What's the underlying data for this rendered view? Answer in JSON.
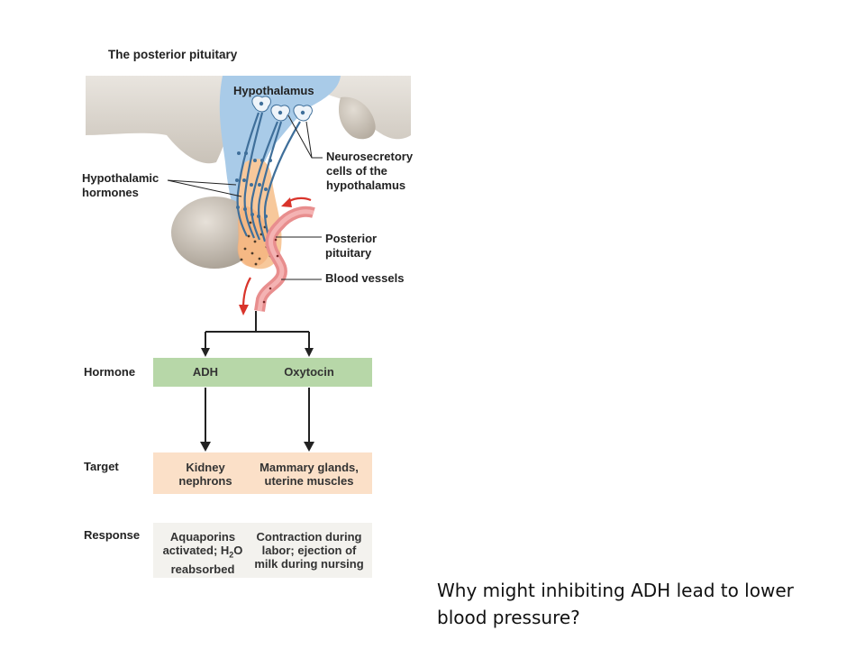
{
  "figure": {
    "title": "The posterior pituitary",
    "labels": {
      "hypothalamus": "Hypothalamus",
      "neurosecretory": [
        "Neurosecretory",
        "cells of the",
        "hypothalamus"
      ],
      "hypothalamic_hormones": [
        "Hypothalamic",
        "hormones"
      ],
      "posterior_pituitary": [
        "Posterior",
        "pituitary"
      ],
      "blood_vessels": "Blood vessels"
    }
  },
  "table": {
    "row_labels": {
      "hormone": "Hormone",
      "target": "Target",
      "response": "Response"
    },
    "hormones": [
      "ADH",
      "Oxytocin"
    ],
    "targets": [
      [
        "Kidney",
        "nephrons"
      ],
      [
        "Mammary glands,",
        "uterine muscles"
      ]
    ],
    "responses": {
      "adh": {
        "line1": "Aquaporins",
        "line2_pre": "activated; H",
        "line2_sub": "2",
        "line2_post": "O",
        "line3": "reabsorbed"
      },
      "oxytocin": [
        "Contraction during",
        "labor; ejection of",
        "milk during nursing"
      ]
    }
  },
  "question": {
    "line1": "Why might inhibiting ADH lead to lower",
    "line2": "blood pressure?"
  },
  "colors": {
    "hypothalamus_fill": "#a9cbe8",
    "brain_tissue": "#d9d4cc",
    "pituitary_fill": "#f7c89b",
    "blood_vessel": "#e88e8e",
    "arrow_red": "#d9342b",
    "hormone_bar": "#b7d7a8",
    "target_bar": "#fbe0c8",
    "response_bar": "#f3f2ee"
  }
}
